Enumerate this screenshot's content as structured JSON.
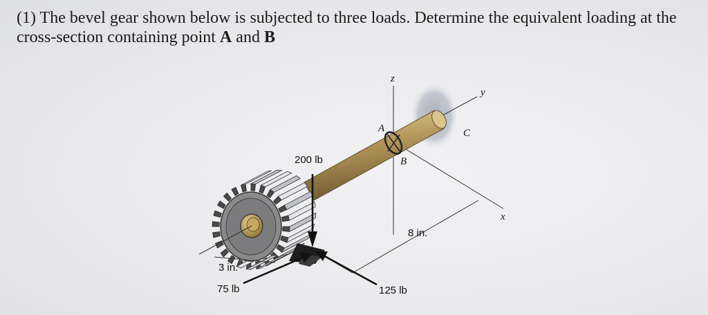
{
  "problem": {
    "number": "(1)",
    "text_1": " The bevel gear shown below is subjected to three loads. Determine the equivalent loading at the cross-section containing point ",
    "point_a": "A",
    "text_2": " and ",
    "point_b": "B"
  },
  "figure": {
    "axes": {
      "z": "z",
      "y": "y",
      "x": "x"
    },
    "points": {
      "a": "A",
      "b": "B",
      "c": "C"
    },
    "loads": {
      "vertical": "200 lb",
      "horizontal": "125 lb",
      "radial": "75 lb"
    },
    "dimensions": {
      "gear_radius": "3 in.",
      "shaft_length": "8 in."
    },
    "colors": {
      "shaft": "#b5975a",
      "gear_face": "#8a8a8c",
      "gear_teeth": "#cfd1d4",
      "hub": "#c9a862",
      "wall": "#b8bcc6"
    }
  }
}
